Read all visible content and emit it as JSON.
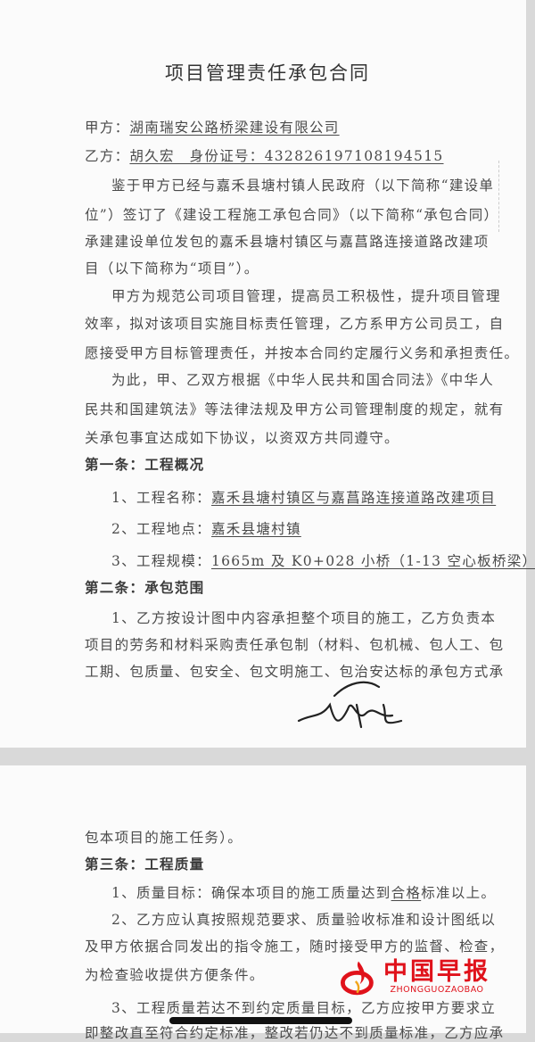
{
  "title": "项目管理责任承包合同",
  "party_a": {
    "label": "甲方：",
    "value": "湖南瑞安公路桥梁建设有限公司"
  },
  "party_b": {
    "label": "乙方：",
    "value": "胡久宏　身份证号：432826197108194515"
  },
  "paragraphs": [
    [
      "鉴于甲方已经与嘉禾县塘村镇人民政府（以下简称“建设单",
      "位”）签订了《建设工程施工承包合同》（以下简称“承包合同）",
      "承建建设单位发包的嘉禾县塘村镇区与嘉菖路连接道路改建项",
      "目（以下简称为“项目”）。"
    ],
    [
      "甲方为规范公司项目管理，提高员工积极性，提升项目管理",
      "效率，拟对该项目实施目标责任管理，乙方系甲方公司员工，自",
      "愿接受甲方目标管理责任，并按本合同约定履行义务和承担责任。"
    ],
    [
      "为此，甲、乙双方根据《中华人民共和国合同法》《中华人",
      "民共和国建筑法》等法律法规及甲方公司管理制度的规定，就有",
      "关承包事宜达成如下协议，以资双方共同遵守。"
    ]
  ],
  "article1": {
    "heading": "第一条：工程概况",
    "items": [
      {
        "label": "1、工程名称：",
        "value": "嘉禾县塘村镇区与嘉菖路连接道路改建项目"
      },
      {
        "label": "2、工程地点：",
        "value": "嘉禾县塘村镇"
      },
      {
        "label": "3、工程规模：",
        "value": "1665m 及 K0+028 小桥（1-13 空心板桥梁）"
      }
    ]
  },
  "article2": {
    "heading": "第二条：承包范围",
    "lines": [
      "1、乙方按设计图中内容承担整个项目的施工，乙方负责本",
      "项目的劳务和材料采购责任承包制（材料、包机械、包人工、包",
      "工期、包质量、包安全、包文明施工、包治安达标的承包方式承",
      "包本项目的施工任务）。"
    ]
  },
  "article3": {
    "heading": "第三条：工程质量",
    "item1": {
      "before": "1、质量目标：确保本项目的施工质量达到",
      "value": "合格",
      "after": "标准以上。"
    },
    "item2": [
      "2、乙方应认真按照规范要求、质量验收标准和设计图纸以",
      "及甲方依据合同发出的指令施工，随时接受甲方的监督、检查，",
      "为检查验收提供方便条件。"
    ],
    "item3": [
      "3、工程质量若达不到约定质量目标，乙方应按甲方要求立",
      "即整改直至符合约定标准，整改若仍达不到质量标准，乙方应承"
    ]
  },
  "watermark": {
    "cn": "中国早报",
    "en": "ZHONGGUOZAOBAO",
    "color": "#e0121b"
  },
  "signature_icon": "handwritten-signature"
}
